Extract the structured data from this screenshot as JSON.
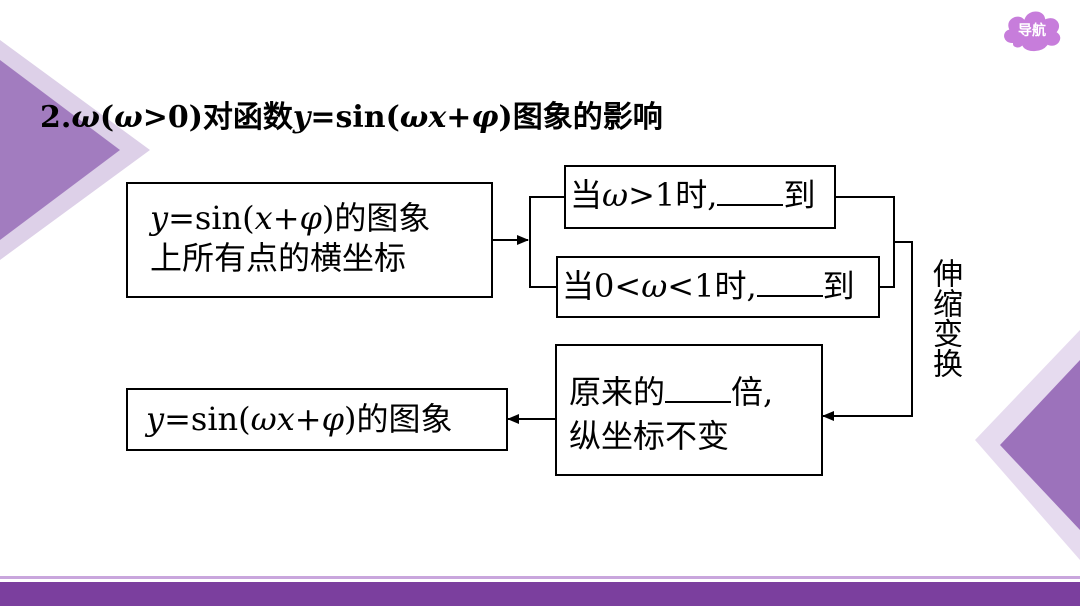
{
  "nav": {
    "label": "导航"
  },
  "title": {
    "prefix": "2.",
    "omega": "ω",
    "cond_open": "(",
    "cond_omega": "ω",
    "cond_rest": ">0)对函数",
    "y": "y",
    "eq": "=sin(",
    "omega2": "ω",
    "x": "x",
    "plus": "+",
    "phi": "φ",
    "suffix": ")图象的影响"
  },
  "flow": {
    "start": {
      "y": "y",
      "eq": "=sin(",
      "x": "x",
      "plus": "+",
      "phi": "φ",
      "tail": ")的图象",
      "line2": "上所有点的横坐标"
    },
    "case_gt1": {
      "prefix": "当",
      "omega": "ω",
      "cond": ">1时,",
      "suffix": "到"
    },
    "case_lt1": {
      "prefix": "当0<",
      "omega": "ω",
      "cond": "<1时,",
      "suffix": "到"
    },
    "transform_label": "伸缩变换",
    "result": {
      "line1_a": "原来的",
      "line1_b": "倍,",
      "line2": "纵坐标不变"
    },
    "end": {
      "y": "y",
      "eq": "=sin(",
      "omega": "ω",
      "x": "x",
      "plus": "+",
      "phi": "φ",
      "tail": ")的图象"
    }
  },
  "colors": {
    "accent": "#7b3f9e",
    "light_accent": "#c9a6dd",
    "nav": "#c77ddb"
  }
}
